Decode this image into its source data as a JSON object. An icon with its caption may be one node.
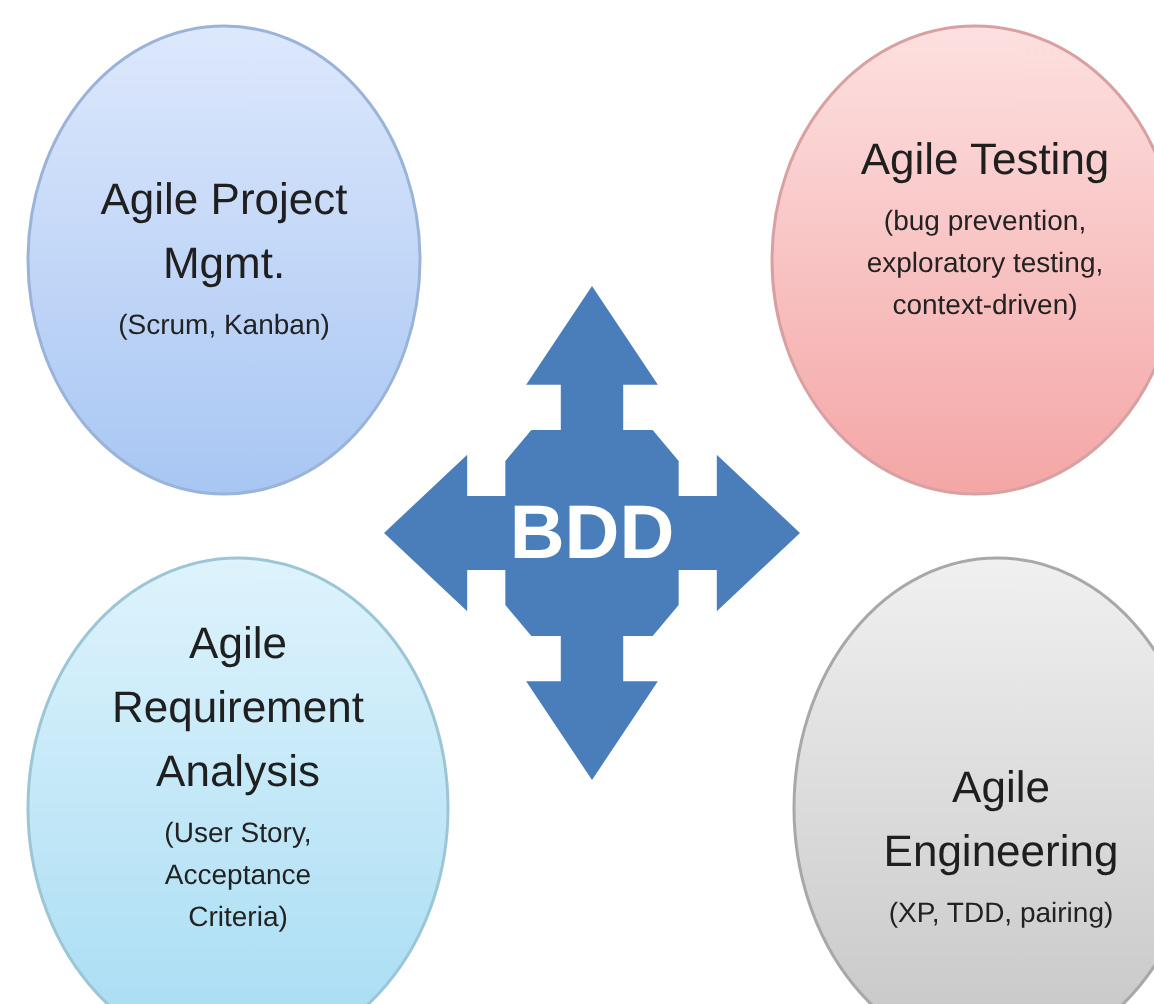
{
  "diagram": {
    "nodes": [
      {
        "text": [
          "Agile Project Mgmt.",
          "(Scrum, Kanban)"
        ]
      },
      {
        "text": [
          "Agile Testing",
          "(bug prevention, exploratory testing, context-driven)"
        ]
      },
      {
        "text": [
          "Agile Requirement Analysis",
          "(User Story, Acceptance Criteria)"
        ]
      },
      {
        "text": [
          "Agile Engineering",
          "(XP, TDD, pairing)"
        ]
      },
      {
        "text": [
          "BDD"
        ]
      }
    ]
  }
}
